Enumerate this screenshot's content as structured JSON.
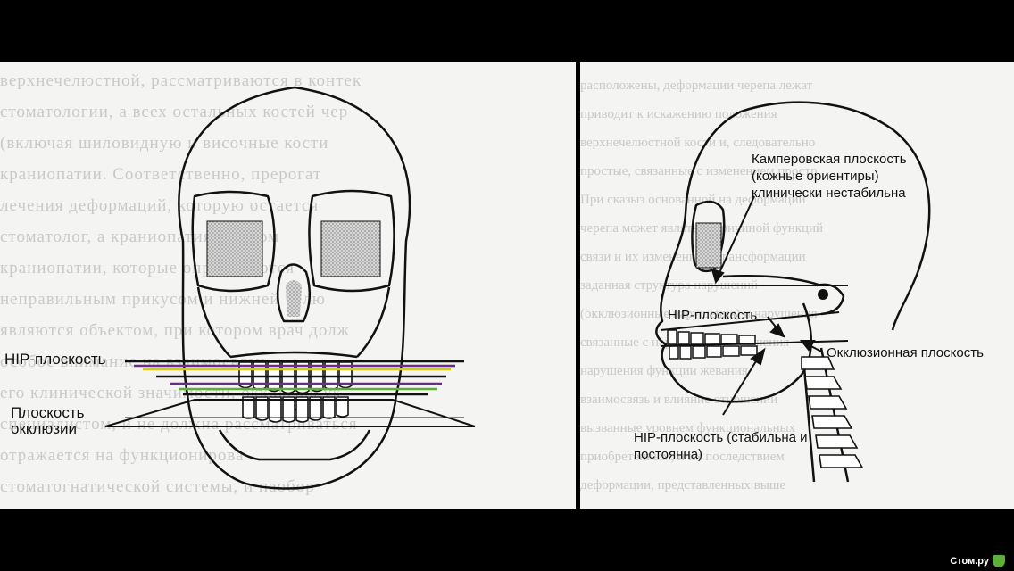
{
  "left": {
    "bg_lines": [
      "верхнечелюстной, рассматриваются в контек",
      "стоматологии, а всех остальных костей чер",
      "(включая шиловидную и височные кости",
      "краниопатии. Соответственно, прерогат",
      "лечения деформаций, которую остается",
      "стоматолог, а краниопатия в целом",
      "краниопатии, которые определяются",
      "неправильным прикусом и нижней челю",
      "являются объектом, при котором врач долж",
      "особое внимание на взаимосвязи",
      "его клинической значимости, окклюзия ук",
      "специалистом, и не должна рассматриваться",
      "отражается на функционирова",
      "стоматогнатической системы, и наобор"
    ],
    "label_hip": "HIP-плоскость",
    "label_occlusion": "Плоскость окклюзии"
  },
  "right": {
    "bg_lines": [
      "расположены, деформации черепа лежат",
      "приводит к искажению положения",
      "верхнечелюстной кости и, следовательно",
      "простые, связанные с изменением простр",
      "При сказыз основанной на деформации",
      "черепа может являться причиной функций",
      "связи и их изменения и трансформации",
      "заданная структура нарушений",
      "(окклюзионные нарушения) и нарушения",
      "связанные с нарушением отношения",
      "нарушения функции жевания",
      "взаимосвязь и влияние отношений",
      "вызванные уровнем функциональных",
      "приобретенным, и их последствием",
      "деформации, представленных выше"
    ],
    "label_camper": "Камперовская плоскость (кожные ориентиры) клинически нестабильна",
    "label_hip": "HIP-плоскость",
    "label_occlusal": "Окклюзионная плоскость",
    "label_hip_stable": "HIP-плоскость (стабильна и постоянна)"
  },
  "watermark": "Стом.ру",
  "colors": {
    "hatch": "#b9b9b9",
    "line": "#111111",
    "purple": "#6a2c8c",
    "yellow": "#d8c81a",
    "green": "#5fae3c"
  }
}
